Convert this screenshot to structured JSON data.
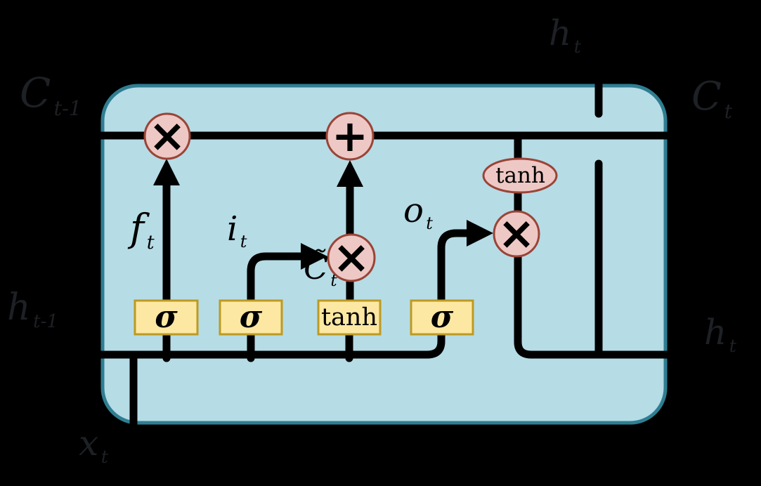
{
  "diagram_type": "lstm-cell",
  "colors": {
    "background": "#000000",
    "cell_fill": "#b6dce6",
    "cell_border": "#2f7e92",
    "gate_box_fill": "#fce8a2",
    "gate_box_border": "#bd9a22",
    "op_fill": "#eec8c4",
    "op_border": "#9a4437",
    "line": "#000000",
    "outside_label_color": "#1d2024",
    "inside_label_color": "#000000"
  },
  "labels": {
    "c_prev": {
      "base": "C",
      "sub": "t-1"
    },
    "h_prev": {
      "base": "h",
      "sub": "t-1"
    },
    "x_input": {
      "base": "x",
      "sub": "t"
    },
    "h_top": {
      "base": "h",
      "sub": "t"
    },
    "c_next": {
      "base": "C",
      "sub": "t"
    },
    "h_right": {
      "base": "h",
      "sub": "t"
    },
    "forget": {
      "base": "f",
      "sub": "t"
    },
    "input": {
      "base": "i",
      "sub": "t"
    },
    "candidate": {
      "base": "C̃",
      "sub": "t"
    },
    "output": {
      "base": "o",
      "sub": "t"
    }
  },
  "gates": {
    "forget_sigma": "σ",
    "input_sigma": "σ",
    "candidate_tanh": "tanh",
    "output_sigma": "σ",
    "state_tanh": "tanh"
  },
  "operators": {
    "forget_product": "×",
    "state_sum": "+",
    "candidate_product": "×",
    "output_product": "×"
  }
}
